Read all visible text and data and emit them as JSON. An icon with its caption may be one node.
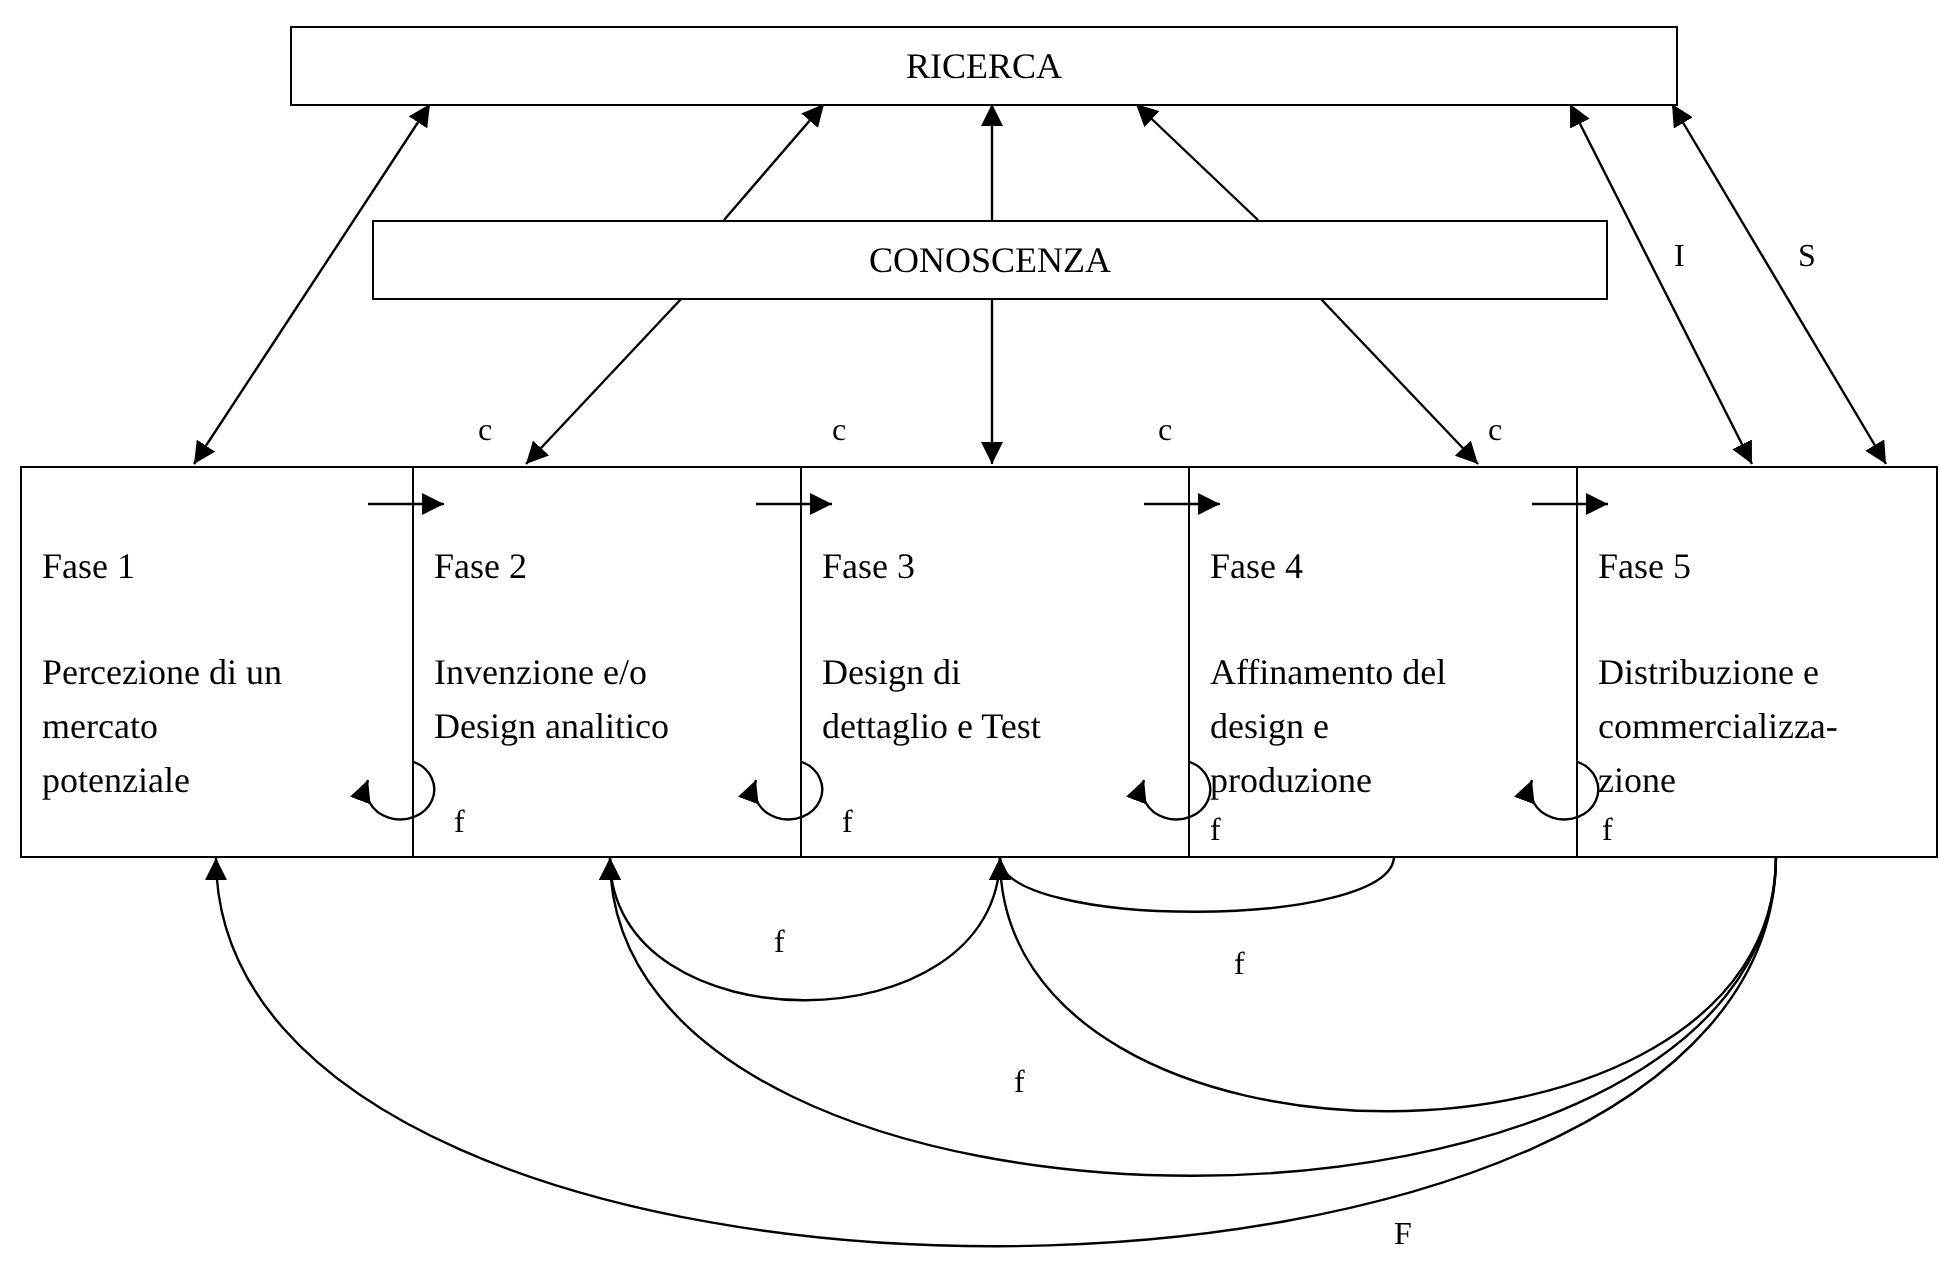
{
  "diagram": {
    "nodes": [
      {
        "text": [
          "RICERCA"
        ]
      },
      {
        "text": [
          "CONOSCENZA"
        ]
      },
      {
        "text": [
          "Fase 1",
          "Percezione di un mercato potenziale"
        ]
      },
      {
        "text": [
          "Fase 2",
          "Invenzione e/o Design analitico"
        ]
      },
      {
        "text": [
          "Fase 3",
          "Design di dettaglio e Test"
        ]
      },
      {
        "text": [
          "Fase 4",
          "Affinamento del design e produzione"
        ]
      },
      {
        "text": [
          "Fase 5",
          "Distribuzione e commercializza- zione"
        ]
      }
    ],
    "edges": [
      {
        "from": 0,
        "to": 2,
        "arrow": "both"
      },
      {
        "from": 1,
        "to": 0,
        "arrow": "to"
      },
      {
        "from": 1,
        "to": 0,
        "arrow": "to"
      },
      {
        "from": 1,
        "to": 0,
        "arrow": "to"
      },
      {
        "from": 1,
        "to": 3,
        "arrow": "to"
      },
      {
        "from": 1,
        "to": 4,
        "arrow": "to"
      },
      {
        "from": 1,
        "to": 5,
        "arrow": "to"
      },
      {
        "from": 0,
        "to": 6,
        "arrow": "both",
        "label": "I"
      },
      {
        "from": 0,
        "to": 6,
        "arrow": "both",
        "label": "S"
      },
      {
        "from": 2,
        "to": 3,
        "arrow": "to",
        "label": "c"
      },
      {
        "from": 3,
        "to": 4,
        "arrow": "to",
        "label": "c"
      },
      {
        "from": 4,
        "to": 5,
        "arrow": "to",
        "label": "c"
      },
      {
        "from": 5,
        "to": 6,
        "arrow": "to",
        "label": "c"
      },
      {
        "from": 3,
        "to": 2,
        "arrow": "to",
        "label": "f"
      },
      {
        "from": 4,
        "to": 3,
        "arrow": "to",
        "label": "f"
      },
      {
        "from": 5,
        "to": 4,
        "arrow": "to",
        "label": "f"
      },
      {
        "from": 6,
        "to": 5,
        "arrow": "to",
        "label": "f"
      },
      {
        "from": 4,
        "to": 3,
        "arrow": "to",
        "label": "f"
      },
      {
        "from": 5,
        "to": 4,
        "arrow": "to"
      },
      {
        "from": 6,
        "to": 4,
        "arrow": "to",
        "label": "f"
      },
      {
        "from": 6,
        "to": 3,
        "arrow": "to",
        "label": "f"
      },
      {
        "from": 6,
        "to": 2,
        "arrow": "to",
        "label": "F"
      }
    ]
  }
}
